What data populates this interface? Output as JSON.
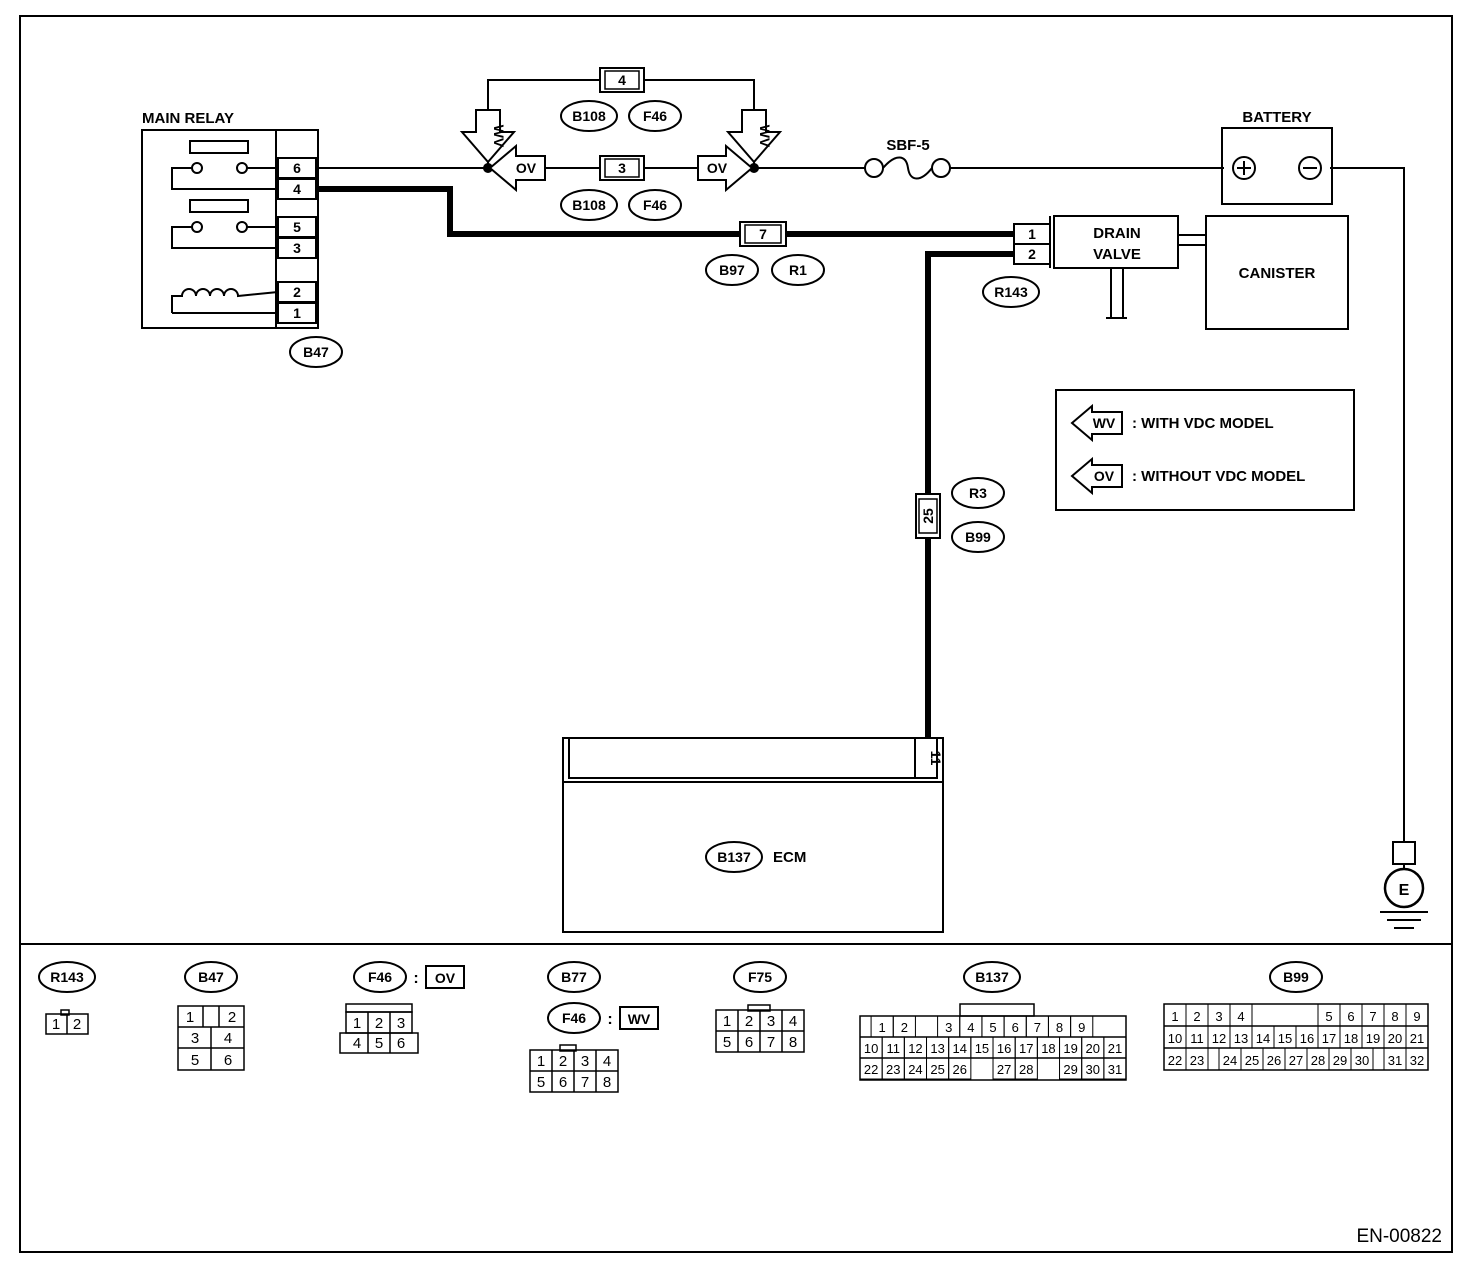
{
  "diagram": {
    "components": {
      "main_relay": "MAIN RELAY",
      "battery": "BATTERY",
      "fuse": "SBF-5",
      "drain_valve_line1": "DRAIN",
      "drain_valve_line2": "VALVE",
      "canister": "CANISTER",
      "ecm": "ECM",
      "ground": "E"
    },
    "relay_pins": [
      "6",
      "4",
      "5",
      "3",
      "2",
      "1"
    ],
    "drain_valve_pins": [
      "1",
      "2"
    ],
    "ecm_pin": "11",
    "connectors": {
      "b47": "B47",
      "b108_top": "B108",
      "f46_top": "F46",
      "b108_mid": "B108",
      "f46_mid": "F46",
      "b97": "B97",
      "r1": "R1",
      "r143": "R143",
      "r3": "R3",
      "b99": "B99",
      "b137": "B137"
    },
    "pin_boxes": {
      "top": "4",
      "mid": "3",
      "b97_r1": "7",
      "r3_b99": "25"
    },
    "arrows": {
      "wv": "WV",
      "ov": "OV"
    },
    "legend": {
      "wv_label": "WV",
      "wv_text": ": WITH VDC MODEL",
      "ov_label": "OV",
      "ov_text": ": WITHOUT VDC MODEL"
    }
  },
  "connector_views": {
    "r143": {
      "name": "R143",
      "pins": [
        "1",
        "2"
      ]
    },
    "b47": {
      "name": "B47",
      "pins": [
        "1",
        "2",
        "3",
        "4",
        "5",
        "6"
      ]
    },
    "f46_ov": {
      "name": "F46",
      "sep": ":",
      "variant": "OV",
      "pins": [
        "1",
        "2",
        "3",
        "4",
        "5",
        "6"
      ]
    },
    "b77": {
      "name": "B77"
    },
    "f46_wv": {
      "name": "F46",
      "sep": ":",
      "variant": "WV",
      "pins": [
        "1",
        "2",
        "3",
        "4",
        "5",
        "6",
        "7",
        "8"
      ]
    },
    "f75": {
      "name": "F75",
      "pins": [
        "1",
        "2",
        "3",
        "4",
        "5",
        "6",
        "7",
        "8"
      ]
    },
    "b137": {
      "name": "B137",
      "row1": [
        "1",
        "2",
        "3",
        "4",
        "5",
        "6",
        "7",
        "8",
        "9"
      ],
      "row2": [
        "10",
        "11",
        "12",
        "13",
        "14",
        "15",
        "16",
        "17",
        "18",
        "19",
        "20",
        "21"
      ],
      "row3": [
        "22",
        "23",
        "24",
        "25",
        "26",
        "27",
        "28",
        "29",
        "30",
        "31"
      ]
    },
    "b99": {
      "name": "B99",
      "row1": [
        "1",
        "2",
        "3",
        "4",
        "5",
        "6",
        "7",
        "8",
        "9"
      ],
      "row2": [
        "10",
        "11",
        "12",
        "13",
        "14",
        "15",
        "16",
        "17",
        "18",
        "19",
        "20",
        "21"
      ],
      "row3": [
        "22",
        "23",
        "24",
        "25",
        "26",
        "27",
        "28",
        "29",
        "30",
        "31",
        "32"
      ]
    }
  },
  "figure_code": "EN-00822"
}
